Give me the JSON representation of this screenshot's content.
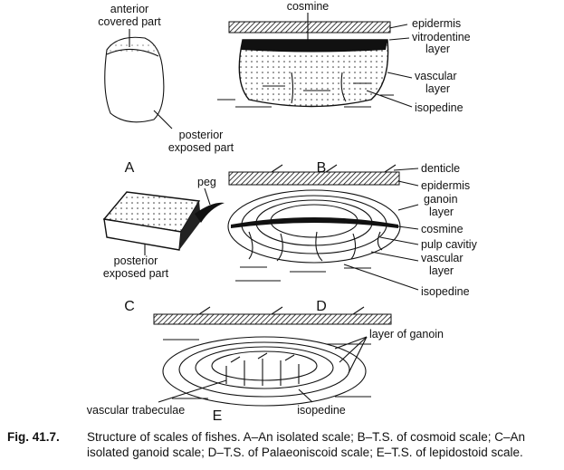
{
  "panels": {
    "A": {
      "letter": "A",
      "labels": {
        "anterior_1": "anterior",
        "anterior_2": "covered part",
        "posterior_1": "posterior",
        "posterior_2": "exposed part"
      }
    },
    "B": {
      "letter": "B",
      "labels": {
        "cosmine": "cosmine",
        "epidermis": "epidermis",
        "vitro_1": "vitrodentine",
        "vitro_2": "layer",
        "vascular_1": "vascular",
        "vascular_2": "layer",
        "isopedine": "isopedine"
      }
    },
    "C": {
      "letter": "C",
      "labels": {
        "peg": "peg",
        "posterior_1": "posterior",
        "posterior_2": "exposed part"
      }
    },
    "D": {
      "letter": "D",
      "labels": {
        "denticle": "denticle",
        "epidermis": "epidermis",
        "ganoin_1": "ganoin",
        "ganoin_2": "layer",
        "cosmine": "cosmine",
        "pulp": "pulp cavitiy",
        "vascular_1": "vascular",
        "vascular_2": "layer",
        "isopedine": "isopedine"
      }
    },
    "E": {
      "letter": "E",
      "labels": {
        "ganoin": "layer of ganoin",
        "trabeculae": "vascular trabeculae",
        "isopedine": "isopedine"
      }
    }
  },
  "caption": {
    "number": "Fig. 41.7.",
    "text": "Structure of scales of fishes. A–An isolated scale; B–T.S. of cosmoid scale; C–An isolated ganoid scale; D–T.S. of Palaeoniscoid scale; E–T.S. of lepidostoid scale."
  }
}
